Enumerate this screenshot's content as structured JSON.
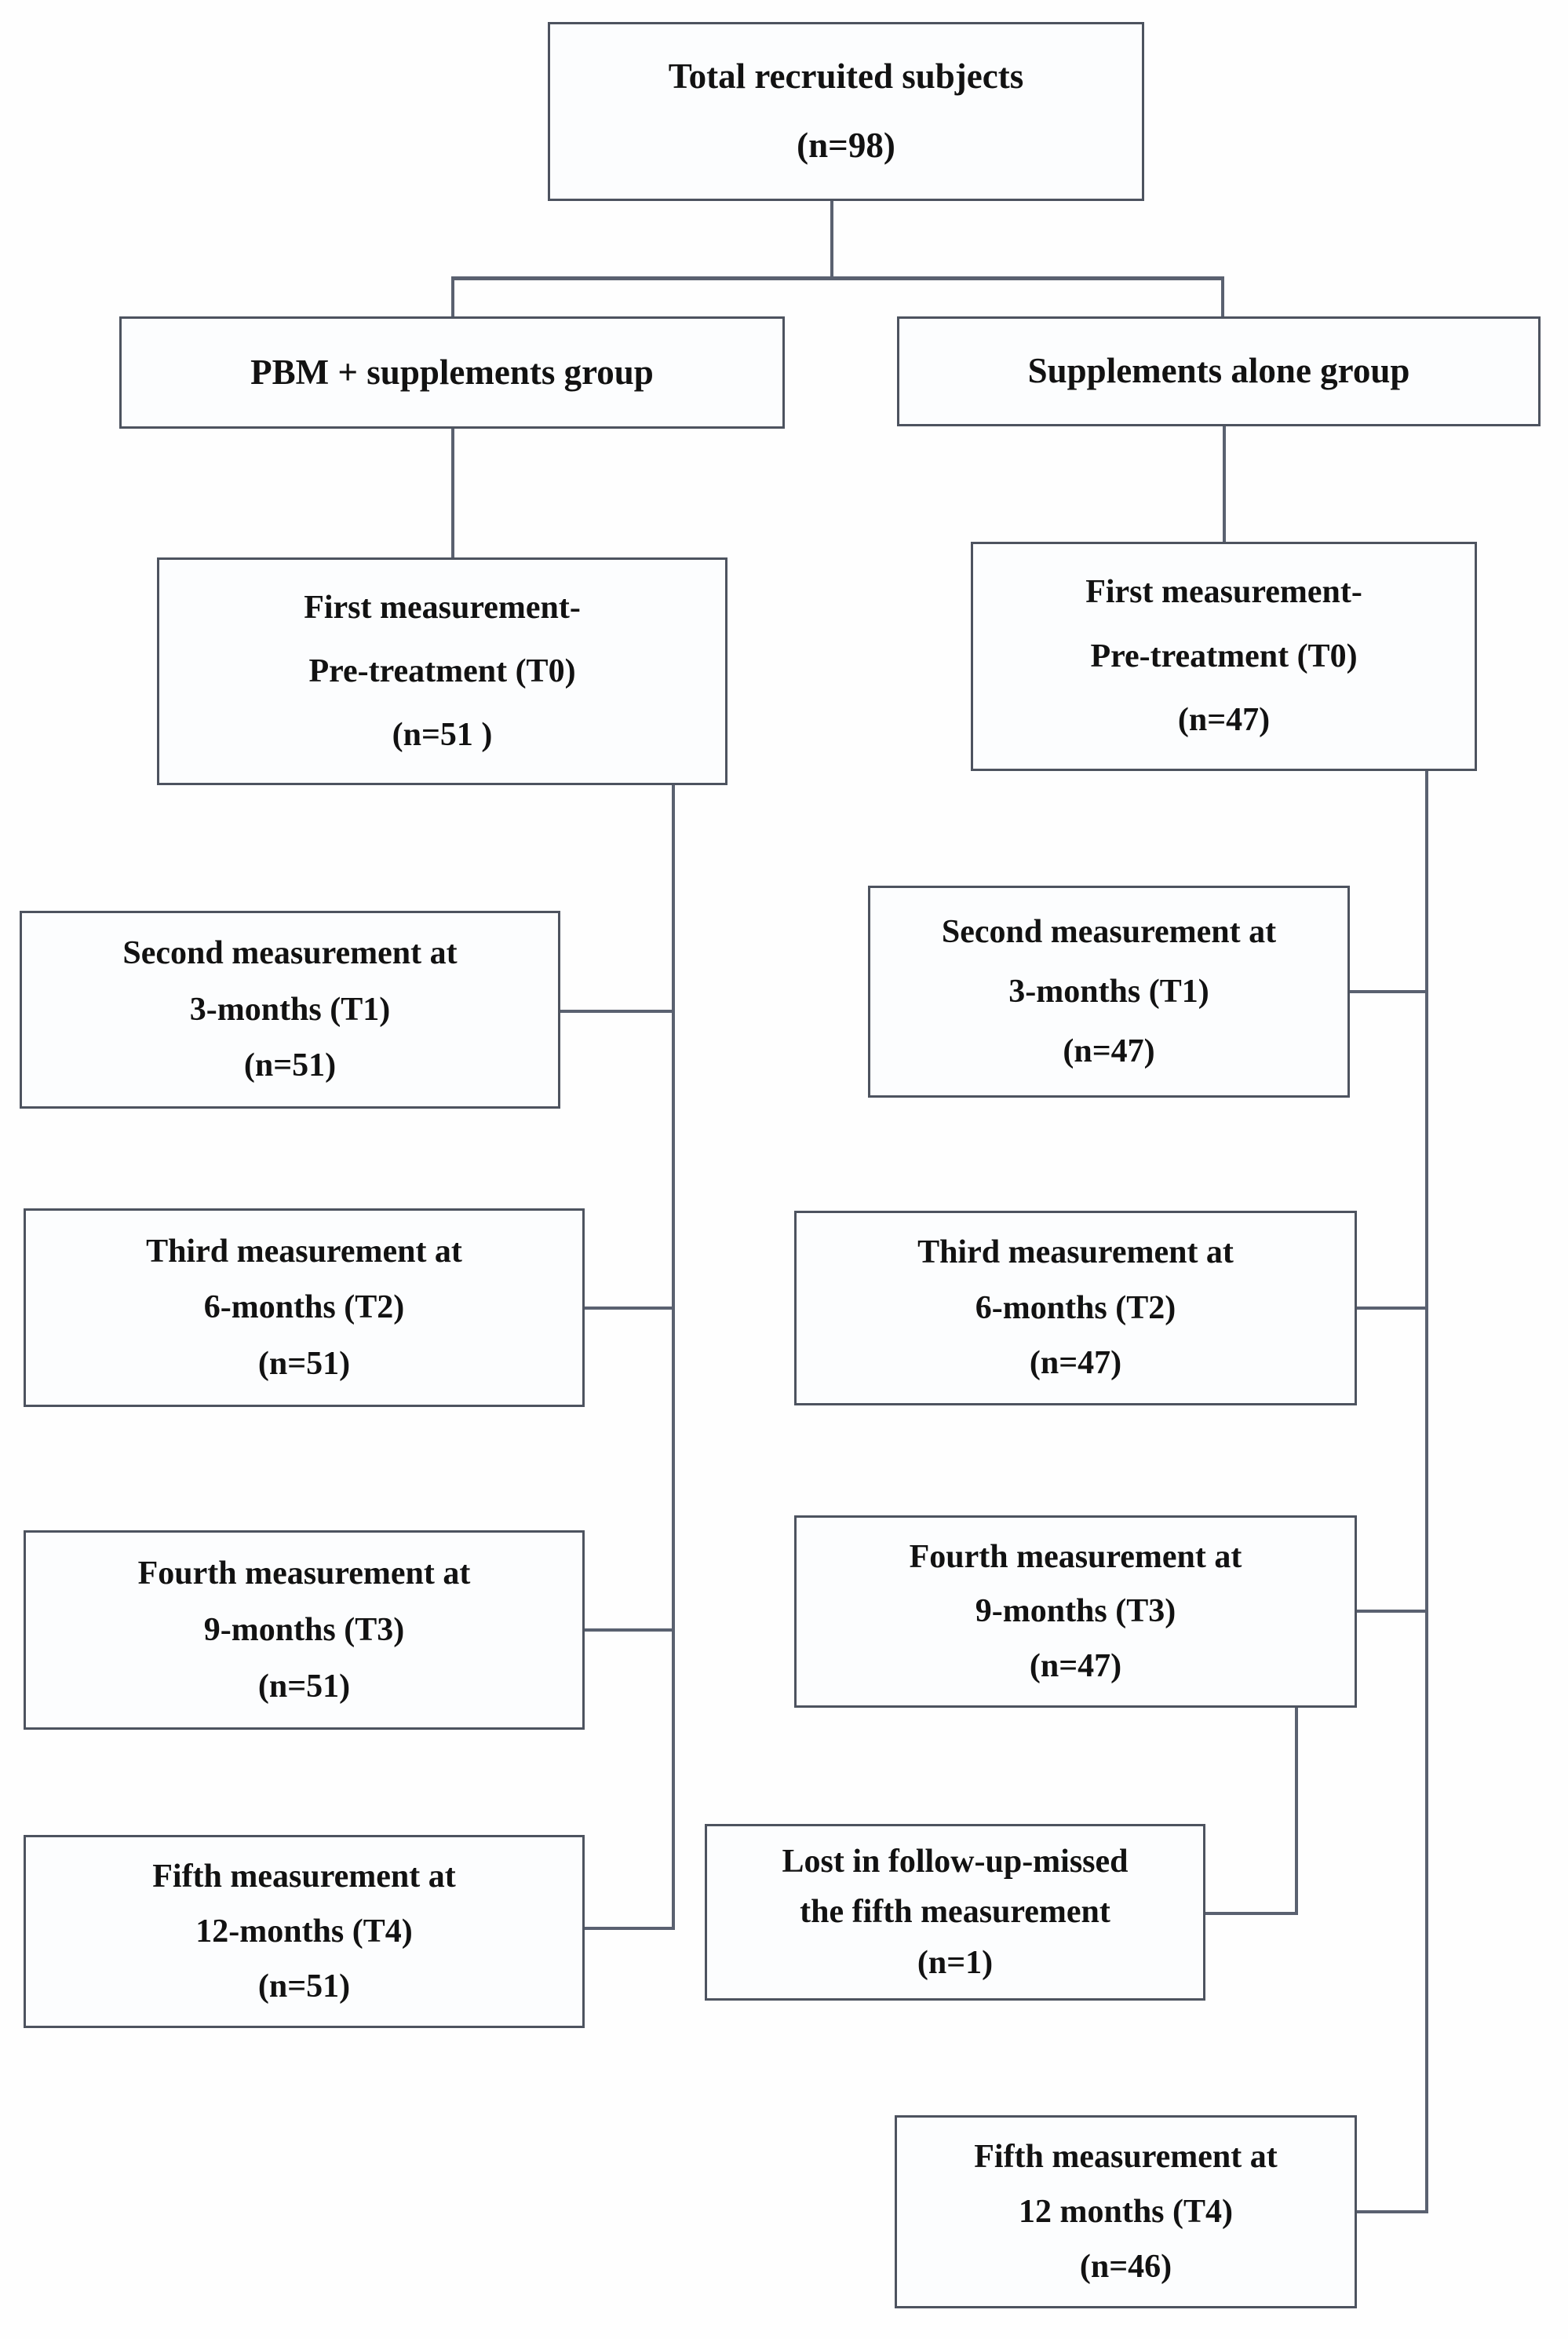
{
  "diagram": {
    "title": "Study participant flow diagram",
    "type": "flowchart",
    "nodes": {
      "total": {
        "lines": [
          "Total recruited subjects",
          "(n=98)"
        ]
      },
      "pbm_group": {
        "lines": [
          "PBM + supplements group"
        ]
      },
      "supp_group": {
        "lines": [
          "Supplements alone group"
        ]
      },
      "left_first": {
        "lines": [
          "First measurement-",
          "Pre-treatment (T0)",
          "(n=51 )"
        ]
      },
      "right_first": {
        "lines": [
          "First measurement-",
          "Pre-treatment (T0)",
          "(n=47)"
        ]
      },
      "left_second": {
        "lines": [
          "Second measurement at",
          "3-months (T1)",
          "(n=51)"
        ]
      },
      "right_second": {
        "lines": [
          "Second measurement at",
          "3-months (T1)",
          "(n=47)"
        ]
      },
      "left_third": {
        "lines": [
          "Third measurement at",
          "6-months (T2)",
          "(n=51)"
        ]
      },
      "right_third": {
        "lines": [
          "Third measurement at",
          "6-months (T2)",
          "(n=47)"
        ]
      },
      "left_fourth": {
        "lines": [
          "Fourth measurement at",
          "9-months (T3)",
          "(n=51)"
        ]
      },
      "right_fourth": {
        "lines": [
          "Fourth measurement at",
          "9-months (T3)",
          "(n=47)"
        ]
      },
      "left_fifth": {
        "lines": [
          "Fifth measurement at",
          "12-months (T4)",
          "(n=51)"
        ]
      },
      "lost": {
        "lines": [
          "Lost in follow-up-missed",
          "the fifth measurement",
          "(n=1)"
        ]
      },
      "right_fifth": {
        "lines": [
          "Fifth measurement at",
          "12 months (T4)",
          "(n=46)"
        ]
      }
    },
    "edges": [
      {
        "from": "total",
        "to": "pbm_group"
      },
      {
        "from": "total",
        "to": "supp_group"
      },
      {
        "from": "pbm_group",
        "to": "left_first"
      },
      {
        "from": "supp_group",
        "to": "right_first"
      },
      {
        "from": "left_first",
        "to": "left_second"
      },
      {
        "from": "left_first",
        "to": "left_third"
      },
      {
        "from": "left_first",
        "to": "left_fourth"
      },
      {
        "from": "left_first",
        "to": "left_fifth"
      },
      {
        "from": "right_first",
        "to": "right_second"
      },
      {
        "from": "right_first",
        "to": "right_third"
      },
      {
        "from": "right_first",
        "to": "right_fourth"
      },
      {
        "from": "right_fourth",
        "to": "lost"
      },
      {
        "from": "right_first",
        "to": "right_fifth"
      }
    ],
    "colors": {
      "box_border": "#4d535f",
      "box_fill": "#fcfdfe",
      "connector": "#5a6170",
      "text": "#121212",
      "background": "#fefefe"
    }
  }
}
